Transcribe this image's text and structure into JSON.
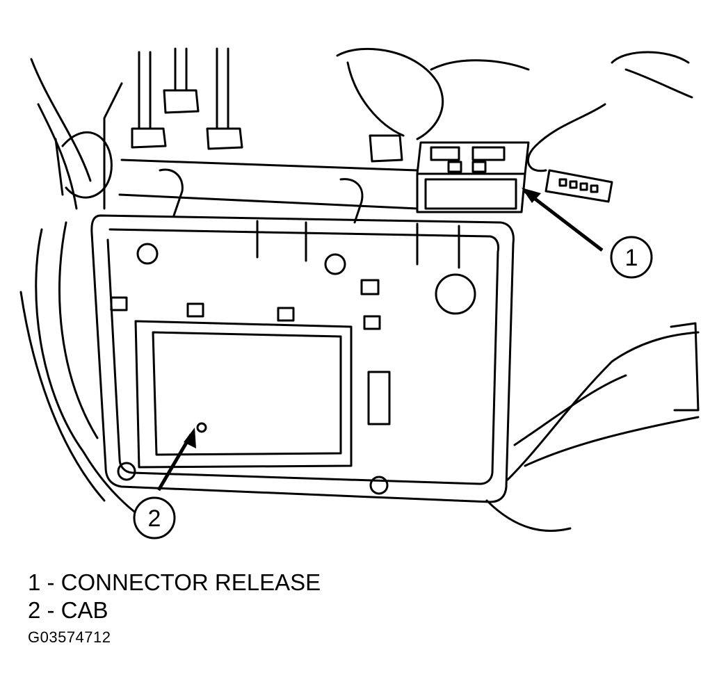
{
  "callouts": [
    {
      "number": "1",
      "label": "CONNECTOR RELEASE"
    },
    {
      "number": "2",
      "label": "CAB"
    }
  ],
  "legend": {
    "line1": "1 - CONNECTOR RELEASE",
    "line2": "2 - CAB"
  },
  "figure_id": "G03574712"
}
